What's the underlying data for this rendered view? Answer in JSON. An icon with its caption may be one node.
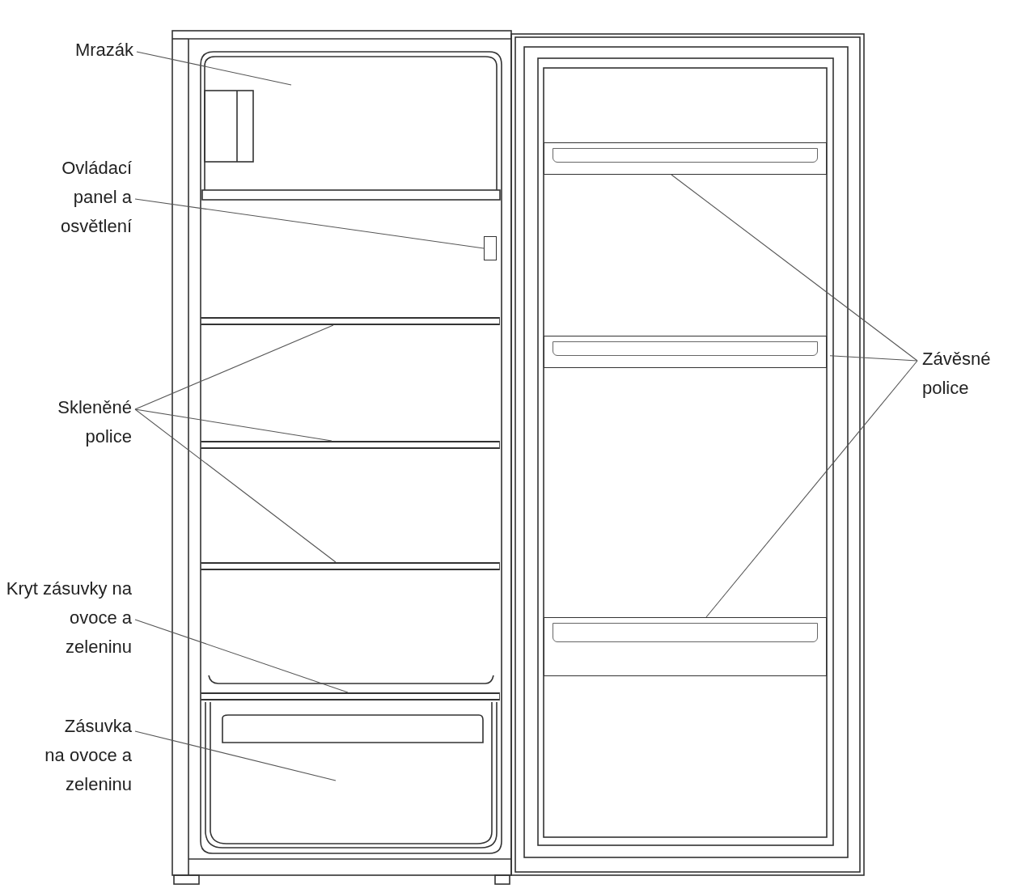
{
  "diagram": {
    "nodes": [
      {
        "text": [
          "Mrazák"
        ]
      },
      {
        "text": [
          "Ovládací panel a osvětlení"
        ]
      },
      {
        "text": [
          "Skleněné police"
        ]
      },
      {
        "text": [
          "Kryt zásuvky na ovoce a zeleninu"
        ]
      },
      {
        "text": [
          "Zásuvka na ovoce a zeleninu"
        ]
      },
      {
        "text": [
          "Závěsné police"
        ]
      },
      {
        "text": [],
        "shape": "box"
      },
      {
        "text": [],
        "shape": "bar"
      },
      {
        "text": [],
        "shape": "bar"
      },
      {
        "text": [],
        "shape": "bar"
      },
      {
        "text": [],
        "shape": "bar"
      },
      {
        "text": [],
        "shape": "box"
      },
      {
        "text": [],
        "shape": "box"
      },
      {
        "text": [],
        "shape": "box"
      }
    ],
    "edges": [
      {
        "from": 0,
        "to": null,
        "arrow": "none"
      },
      {
        "from": 1,
        "to": 6,
        "arrow": "none"
      },
      {
        "from": 2,
        "to": 7,
        "arrow": "none"
      },
      {
        "from": 2,
        "to": 8,
        "arrow": "none"
      },
      {
        "from": 2,
        "to": 9,
        "arrow": "none"
      },
      {
        "from": 3,
        "to": 10,
        "arrow": "none"
      },
      {
        "from": 4,
        "to": null,
        "arrow": "none"
      },
      {
        "from": 5,
        "to": 11,
        "arrow": "none"
      },
      {
        "from": 5,
        "to": 12,
        "arrow": "none"
      },
      {
        "from": 5,
        "to": 13,
        "arrow": "none"
      }
    ]
  }
}
